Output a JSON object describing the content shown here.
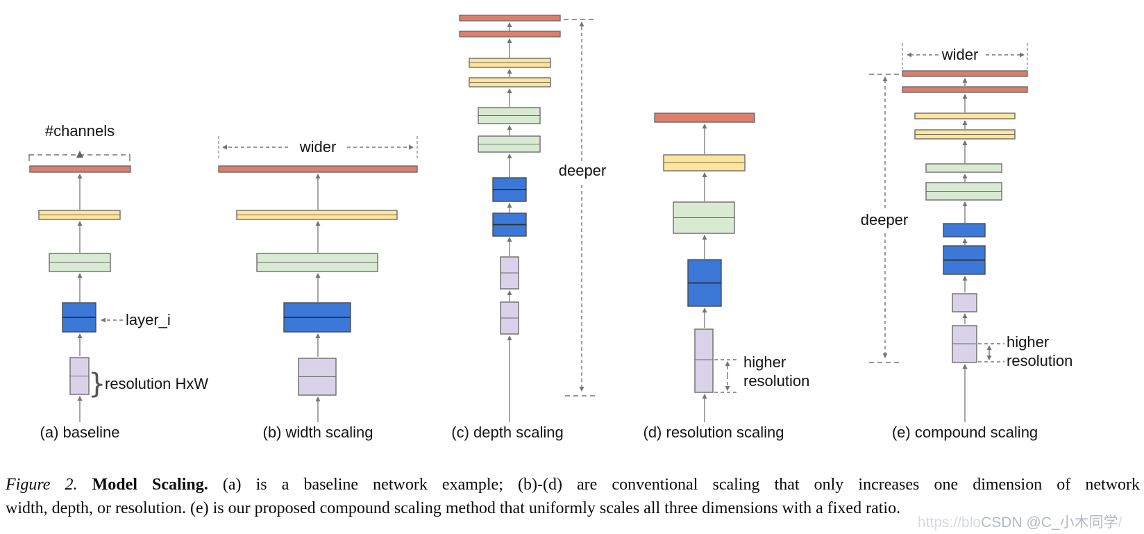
{
  "figure": {
    "annotations": {
      "channels": "#channels",
      "layer": "layer_i",
      "resolution": "resolution HxW",
      "wider": "wider",
      "deeper": "deeper",
      "higher1": "higher",
      "higher2": "resolution",
      "brace": "}"
    },
    "diagrams": [
      {
        "key": "a",
        "label": "(a) baseline",
        "annotations": [
          "#channels",
          "layer_i",
          "resolution HxW"
        ],
        "layers_bottom_to_top": [
          "lavender",
          "blue",
          "green",
          "yellow",
          "red"
        ]
      },
      {
        "key": "b",
        "label": "(b) width scaling",
        "annotations": [
          "wider"
        ],
        "layers_bottom_to_top": [
          "lavender",
          "blue",
          "green",
          "yellow",
          "red"
        ]
      },
      {
        "key": "c",
        "label": "(c) depth scaling",
        "annotations": [
          "deeper"
        ],
        "layers_bottom_to_top": [
          "lavender",
          "lavender",
          "blue",
          "blue",
          "green",
          "green",
          "yellow",
          "yellow",
          "red",
          "red"
        ]
      },
      {
        "key": "d",
        "label": "(d) resolution scaling",
        "annotations": [
          "higher resolution"
        ],
        "layers_bottom_to_top": [
          "lavender",
          "blue",
          "green",
          "yellow",
          "red"
        ]
      },
      {
        "key": "e",
        "label": "(e) compound scaling",
        "annotations": [
          "wider",
          "deeper",
          "higher resolution"
        ],
        "layers_bottom_to_top": [
          "lavender",
          "lavender",
          "blue",
          "blue",
          "green",
          "green",
          "yellow",
          "yellow",
          "red",
          "red"
        ]
      }
    ],
    "palette": {
      "red": "#dd7e6b",
      "yellow": "#ffe599",
      "green": "#d9ead3",
      "blue": "#3c78d8",
      "lavender": "#d9d2e9",
      "box_stroke": "#6b6b6b",
      "arrow": "#757575",
      "text": "#141414"
    }
  },
  "caption": {
    "figure_label": "Figure 2.",
    "title": "Model Scaling.",
    "line1_rest": "(a) is a baseline network example; (b)-(d) are conventional scaling that only increases one dimension of network",
    "line2": "width, depth, or resolution. (e) is our proposed compound scaling method that uniformly scales all three dimensions with a fixed ratio."
  },
  "watermark": {
    "prefix": "https://blo",
    "handle": "CSDN @C_小木同学",
    "suffix": "/"
  }
}
